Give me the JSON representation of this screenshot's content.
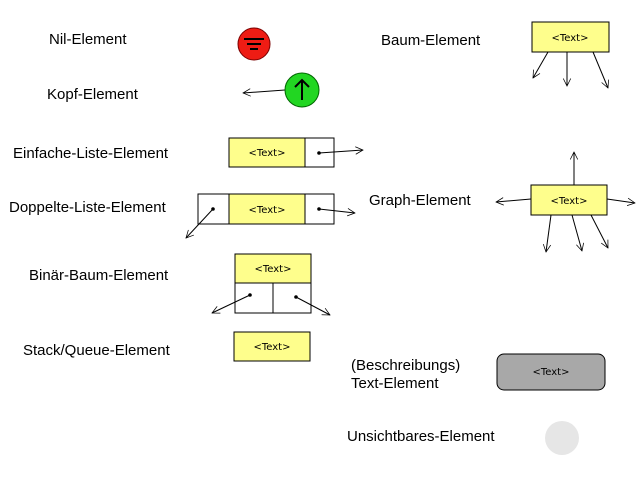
{
  "labels": {
    "nil": "Nil-Element",
    "kopf": "Kopf-Element",
    "einfache_liste": "Einfache-Liste-Element",
    "doppelte_liste": "Doppelte-Liste-Element",
    "binaer_baum": "Binär-Baum-Element",
    "stack_queue": "Stack/Queue-Element",
    "baum": "Baum-Element",
    "graph": "Graph-Element",
    "beschreibung_line1": "(Beschreibungs)",
    "beschreibung_line2": "Text-Element",
    "unsichtbar": "Unsichtbares-Element"
  },
  "box_text": "<Text>",
  "colors": {
    "yellow_box": "#fefe8c",
    "nil_red": "#ee1c14",
    "kopf_green": "#22d622",
    "text_element_gray": "#a8a8a8",
    "invisible_gray": "#e6e6e6"
  },
  "icons": {
    "nil": "nil-icon",
    "kopf": "up-arrow-icon"
  }
}
